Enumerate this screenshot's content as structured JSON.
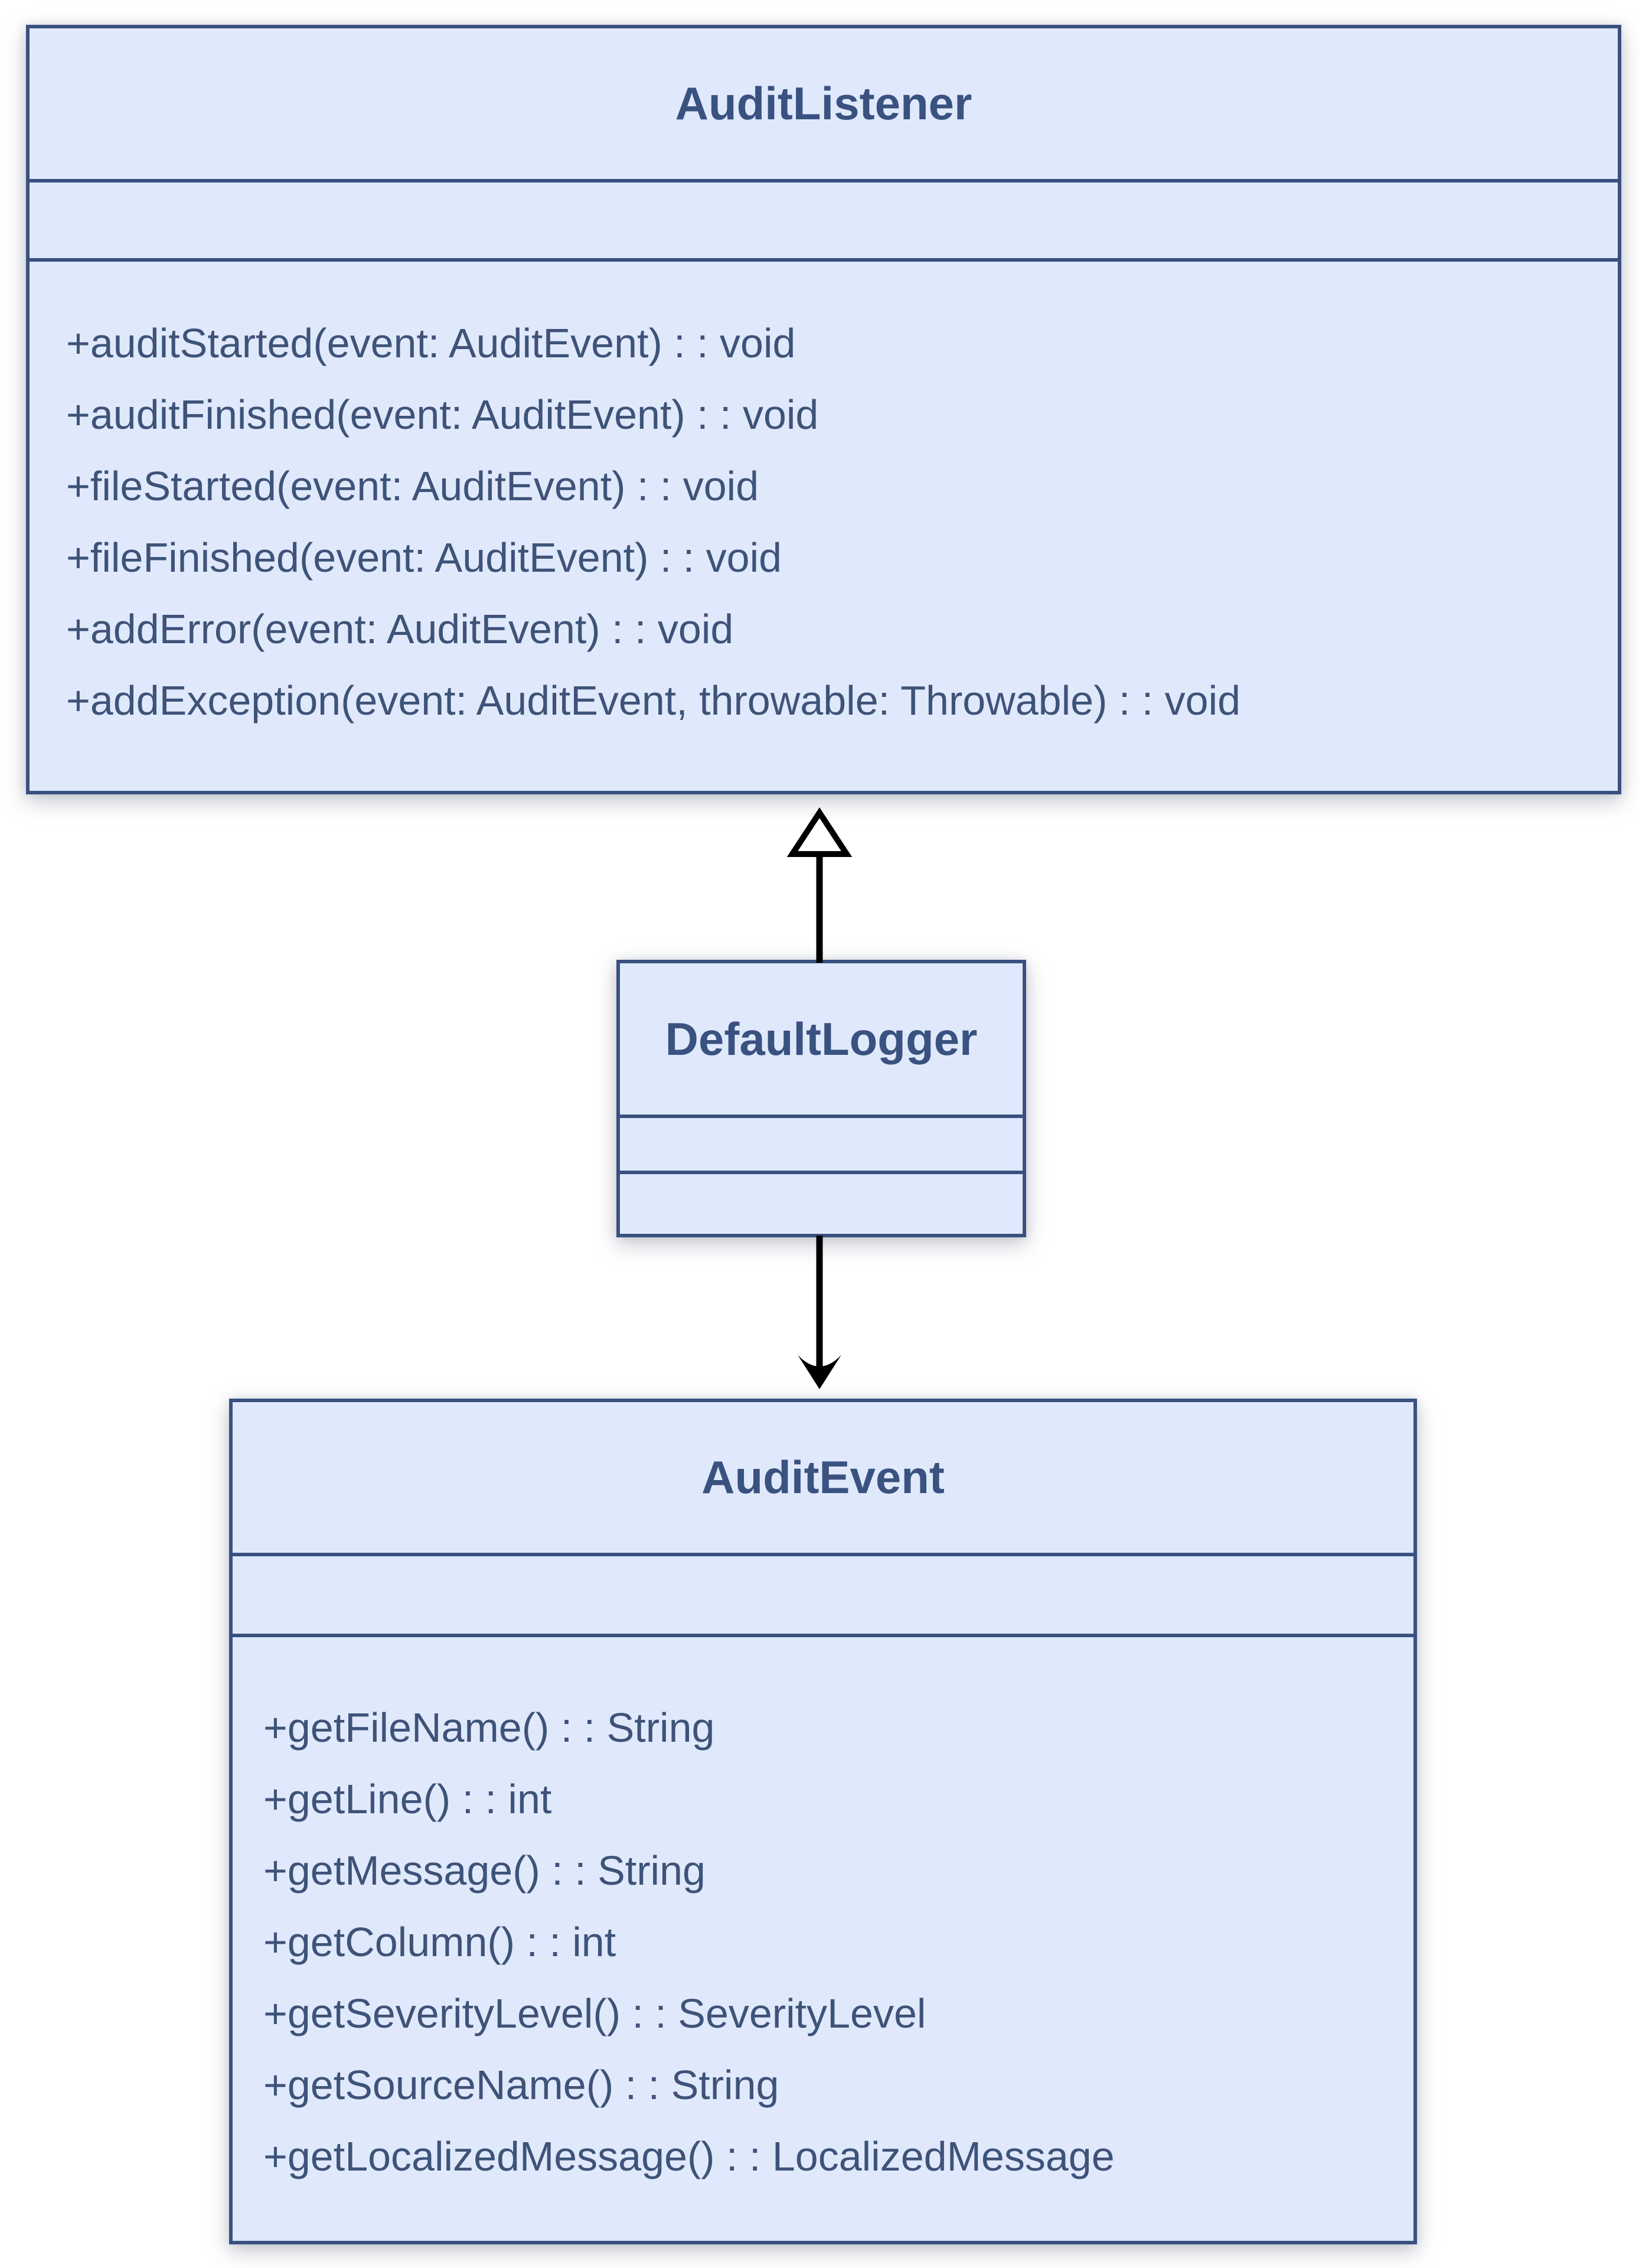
{
  "diagram": {
    "type": "uml-class-diagram",
    "background": "#ffffff",
    "colors": {
      "box_fill": "#e0e9fc",
      "box_border": "#3a5180",
      "class_name_text": "#3a5280",
      "member_text": "#3e5378",
      "arrow": "#000000",
      "realization_arrowhead_fill": "#ffffff"
    }
  },
  "classes": [
    {
      "name": "AuditListener",
      "attributes": [],
      "methods": [
        "+auditStarted(event: AuditEvent) : : void",
        "+auditFinished(event: AuditEvent) : : void",
        "+fileStarted(event: AuditEvent) : : void",
        "+fileFinished(event: AuditEvent) : : void",
        "+addError(event: AuditEvent) : : void",
        "+addException(event: AuditEvent, throwable: Throwable) : : void"
      ]
    },
    {
      "name": "DefaultLogger",
      "attributes": [],
      "methods": []
    },
    {
      "name": "AuditEvent",
      "attributes": [],
      "methods": [
        "+getFileName() : : String",
        "+getLine() : : int",
        "+getMessage() : : String",
        "+getColumn() : : int",
        "+getSeverityLevel() : : SeverityLevel",
        "+getSourceName() : : String",
        "+getLocalizedMessage() : : LocalizedMessage"
      ]
    }
  ],
  "relations": [
    {
      "from": "DefaultLogger",
      "to": "AuditListener",
      "type": "realization",
      "arrowhead": "hollow-triangle",
      "line_style": "solid"
    },
    {
      "from": "DefaultLogger",
      "to": "AuditEvent",
      "type": "directed-association",
      "arrowhead": "open-v",
      "line_style": "solid"
    }
  ]
}
